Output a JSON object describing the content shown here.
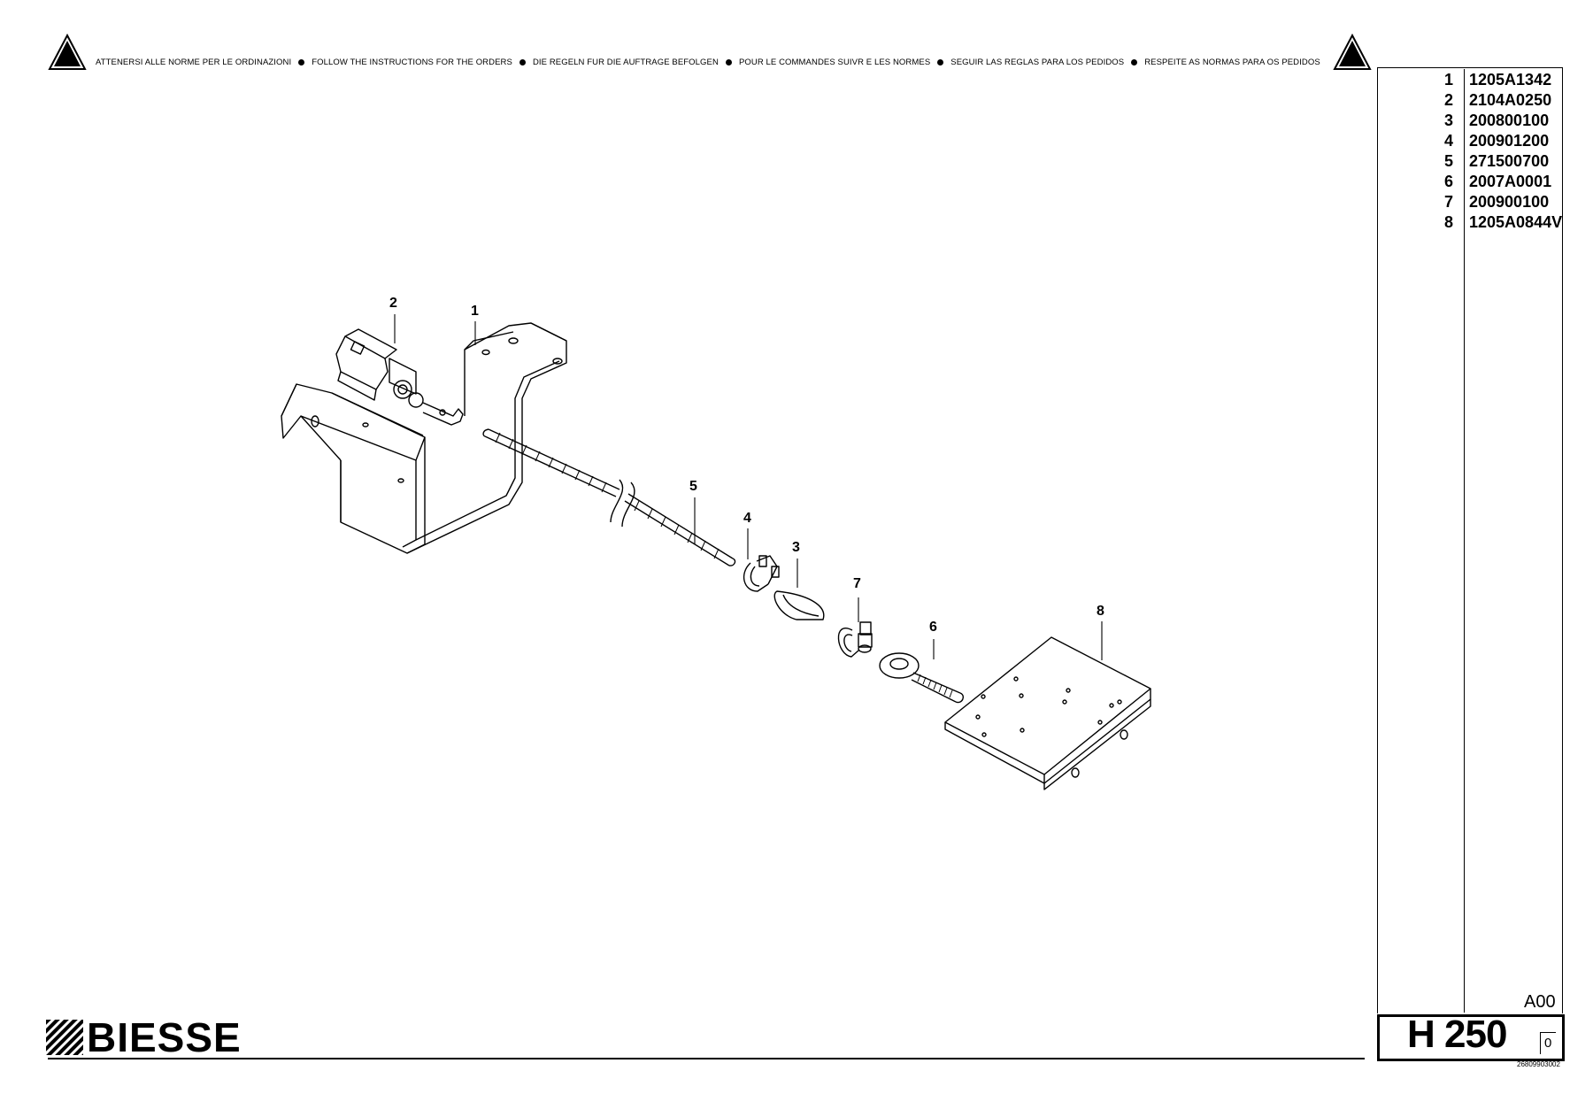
{
  "header": {
    "notices": [
      "ATTENERSI ALLE NORME PER LE ORDINAZIONI",
      "FOLLOW THE INSTRUCTIONS FOR THE ORDERS",
      "DIE REGELN FUR DIE AUFTRAGE BEFOLGEN",
      "POUR LE COMMANDES SUIVR E LES NORMES",
      "SEGUIR LAS REGLAS PARA LOS PEDIDOS",
      "RESPEITE AS NORMAS PARA OS PEDIDOS"
    ]
  },
  "parts": [
    {
      "num": "1",
      "code": "1205A1342"
    },
    {
      "num": "2",
      "code": "2104A0250"
    },
    {
      "num": "3",
      "code": "200800100"
    },
    {
      "num": "4",
      "code": "200901200"
    },
    {
      "num": "5",
      "code": "271500700"
    },
    {
      "num": "6",
      "code": "2007A0001"
    },
    {
      "num": "7",
      "code": "200900100"
    },
    {
      "num": "8",
      "code": "1205A0844V"
    }
  ],
  "callouts": [
    "1",
    "2",
    "3",
    "4",
    "5",
    "6",
    "7",
    "8"
  ],
  "title_block": {
    "revision_label": "A00",
    "model": "H 250",
    "model_revision": "0",
    "document_number": "26809903002"
  },
  "brand": {
    "name": "BIESSE"
  }
}
